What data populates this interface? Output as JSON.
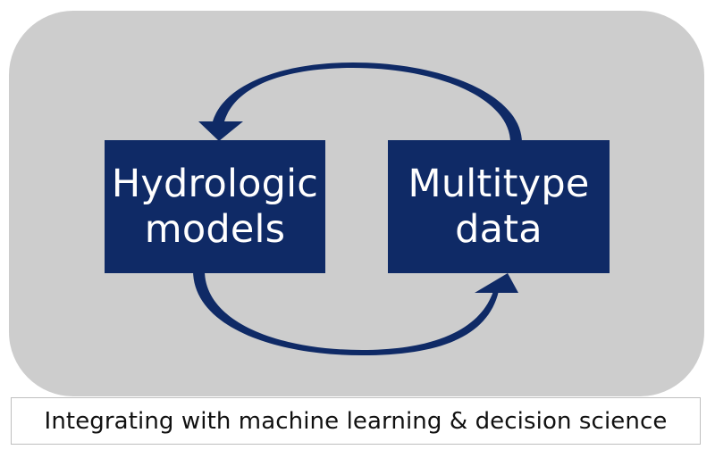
{
  "diagram": {
    "nodes": [
      {
        "id": "hydrologic-models",
        "lines": [
          "Hydrologic",
          "models"
        ]
      },
      {
        "id": "multitype-data",
        "lines": [
          "Multitype",
          "data"
        ]
      }
    ],
    "edges": [
      {
        "from": "multitype-data",
        "to": "hydrologic-models",
        "route": "over top"
      },
      {
        "from": "hydrologic-models",
        "to": "multitype-data",
        "route": "under bottom"
      }
    ],
    "caption": "Integrating with machine learning & decision science"
  },
  "colors": {
    "background_panel": "#cdcdcd",
    "box_fill": "#0f2a66",
    "arrow_fill": "#0f2a66",
    "box_text": "#ffffff",
    "caption_border": "#bfbfbf"
  }
}
